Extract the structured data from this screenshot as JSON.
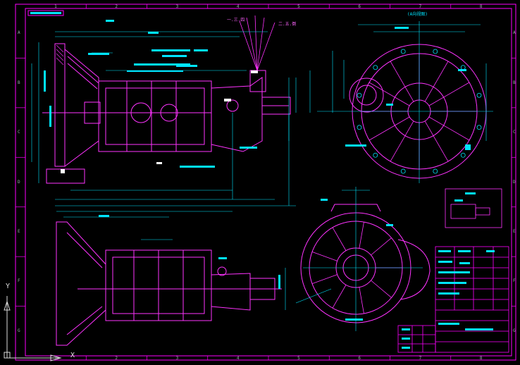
{
  "colors": {
    "background": "#000000",
    "frame": "#ff00ff",
    "geometry": "#ff33ff",
    "dimension": "#00e5ff",
    "white": "#ffffff",
    "grid_label": "#8899aa"
  },
  "border": {
    "top_numbers": [
      "1",
      "2",
      "3",
      "4",
      "5",
      "6",
      "7",
      "8"
    ],
    "side_letters": [
      "A",
      "B",
      "C",
      "D",
      "E",
      "F",
      "G"
    ]
  },
  "ucs": {
    "x_label": "X",
    "y_label": "Y"
  },
  "labels": {
    "note_top_left": "一.三.四",
    "note_top_right": "二.五.倒",
    "view_title": "(A向视图)"
  }
}
